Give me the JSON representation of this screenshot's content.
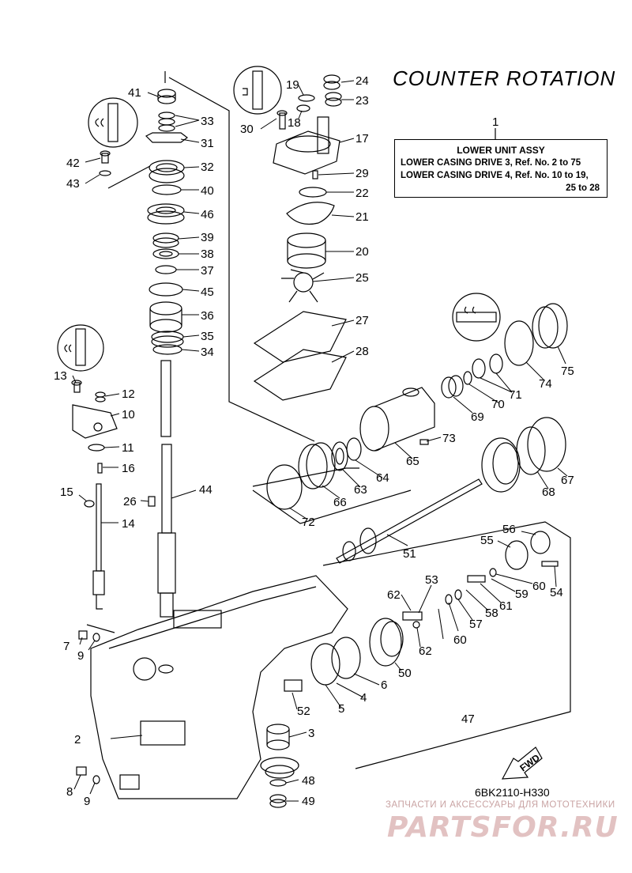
{
  "heading": "COUNTER ROTATION",
  "assembly": {
    "number": "1",
    "title": "LOWER UNIT ASSY",
    "line1": "LOWER CASING DRIVE 3,  Ref. No. 2 to 75",
    "line2": "LOWER CASING DRIVE 4,  Ref. No. 10 to 19,",
    "line3": "25 to 28"
  },
  "diagram_code": "6BK2110-H330",
  "fwd_label": "FWD",
  "watermark": {
    "line1": "ЗАПЧАСТИ И АКСЕССУАРЫ ДЛЯ МОТОТЕХНИКИ",
    "logo": "PARTSFOR.RU"
  },
  "callouts": {
    "c41": "41",
    "c33": "33",
    "c31": "31",
    "c32": "32",
    "c40": "40",
    "c42": "42",
    "c43": "43",
    "c46": "46",
    "c39": "39",
    "c38": "38",
    "c37": "37",
    "c45": "45",
    "c36": "36",
    "c35": "35",
    "c34": "34",
    "c13": "13",
    "c12": "12",
    "c10": "10",
    "c11": "11",
    "c16": "16",
    "c15": "15",
    "c14": "14",
    "c26": "26",
    "c44": "44",
    "c19": "19",
    "c24": "24",
    "c23": "23",
    "c30": "30",
    "c18": "18",
    "c17": "17",
    "c29": "29",
    "c22": "22",
    "c21": "21",
    "c20": "20",
    "c25": "25",
    "c27": "27",
    "c28": "28",
    "c75": "75",
    "c74": "74",
    "c71": "71",
    "c70": "70",
    "c69": "69",
    "c73": "73",
    "c65": "65",
    "c64": "64",
    "c63": "63",
    "c66": "66",
    "c72": "72",
    "c67": "67",
    "c68": "68",
    "c51": "51",
    "c56": "56",
    "c55": "55",
    "c54": "54",
    "c60a": "60",
    "c59": "59",
    "c61": "61",
    "c58": "58",
    "c57": "57",
    "c60b": "60",
    "c53": "53",
    "c62a": "62",
    "c62b": "62",
    "c50": "50",
    "c6": "6",
    "c4": "4",
    "c5": "5",
    "c52": "52",
    "c3": "3",
    "c47": "47",
    "c48": "48",
    "c49": "49",
    "c2": "2",
    "c7": "7",
    "c9a": "9",
    "c8": "8",
    "c9b": "9"
  },
  "icons": [
    "grease-icon",
    "grease-icon",
    "grease-icon",
    "locktite-icon"
  ]
}
